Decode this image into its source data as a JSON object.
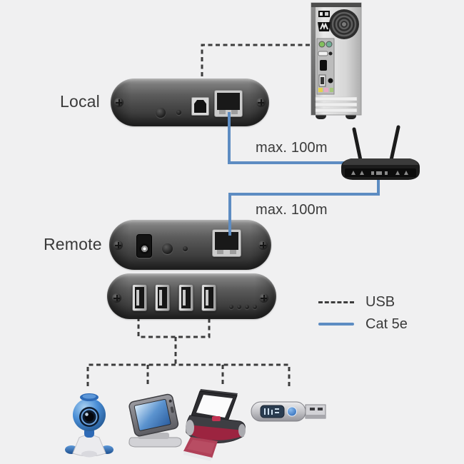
{
  "colors": {
    "background": "#f0f0f1",
    "cat5e_line": "#5d8cc2",
    "usb_line": "#3d3d3d",
    "text": "#3a3a3a",
    "device_body": "#4a4a4a"
  },
  "labels": {
    "local": "Local",
    "remote": "Remote",
    "distance_top": "max. 100m",
    "distance_bottom": "max. 100m"
  },
  "legend": {
    "usb_label": "USB",
    "cat5e_label": "Cat 5e"
  },
  "devices": {
    "computer": "desktop-pc-rear",
    "local_unit": "local-usb-extender",
    "network_device": "wireless-router",
    "remote_unit": "remote-usb-extender",
    "hub_unit": "four-port-usb-hub",
    "peripherals": [
      "webcam",
      "pda",
      "portable-printer",
      "usb-flash-drive"
    ]
  }
}
